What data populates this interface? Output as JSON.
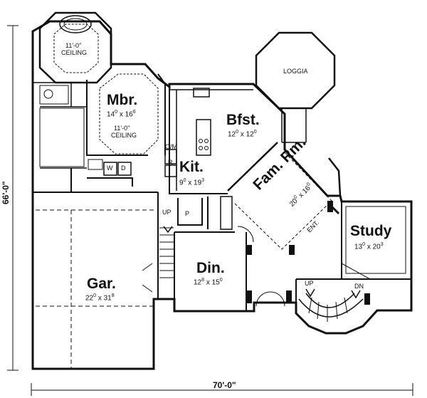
{
  "rooms": {
    "master_bedroom": {
      "name": "Mbr.",
      "w_ft": "14",
      "w_in": "0",
      "d_ft": "16",
      "d_in": "6",
      "ceiling": "11'-0\"",
      "ceiling_word": "CEILING"
    },
    "octagon_ceiling": {
      "ceiling": "11'-0\"",
      "ceiling_word": "CEILING"
    },
    "breakfast": {
      "name": "Bfst.",
      "w_ft": "12",
      "w_in": "0",
      "d_ft": "12",
      "d_in": "0"
    },
    "kitchen": {
      "name": "Kit.",
      "w_ft": "9",
      "w_in": "0",
      "d_ft": "19",
      "d_in": "3"
    },
    "family_room": {
      "name": "Fam. Rm.",
      "w_ft": "20",
      "w_in": "0",
      "d_ft": "16",
      "d_in": "0"
    },
    "study": {
      "name": "Study",
      "w_ft": "13",
      "w_in": "0",
      "d_ft": "20",
      "d_in": "3"
    },
    "dining": {
      "name": "Din.",
      "w_ft": "12",
      "w_in": "8",
      "d_ft": "15",
      "d_in": "0"
    },
    "garage": {
      "name": "Gar.",
      "w_ft": "22",
      "w_in": "0",
      "d_ft": "31",
      "d_in": "8"
    },
    "loggia": {
      "name": "LOGGIA"
    }
  },
  "labels": {
    "om": "O/M",
    "r": "R",
    "w": "W",
    "d": "D",
    "p": "P",
    "up1": "UP",
    "up2": "UP",
    "dn": "DN",
    "ent": "ENT.",
    "x": "x"
  },
  "overall": {
    "width": "70'-0\"",
    "depth": "66'-0\""
  }
}
